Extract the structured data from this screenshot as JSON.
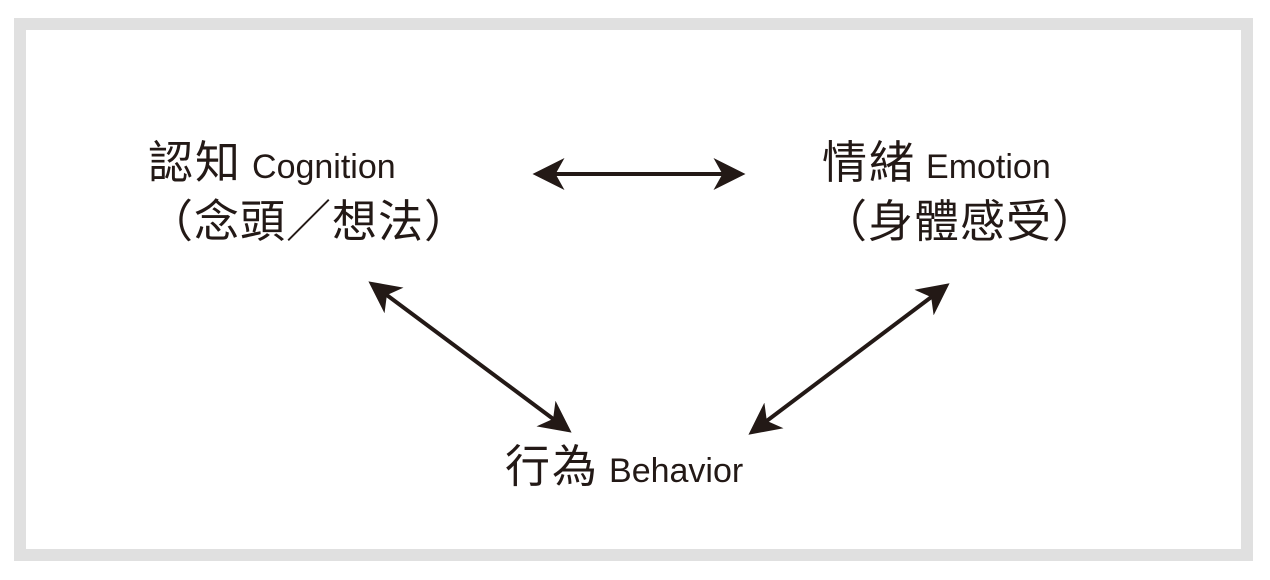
{
  "page": {
    "background_color": "#ffffff",
    "frame_color": "#e0e0e0",
    "text_color": "#231916",
    "arrow_color": "#231916"
  },
  "diagram": {
    "type": "cbt-triangle",
    "nodes": {
      "cognition": {
        "zh": "認知",
        "en": "Cognition",
        "subtitle": "（念頭／想法）"
      },
      "emotion": {
        "zh": "情緒",
        "en": "Emotion",
        "subtitle": "（身體感受）"
      },
      "behavior": {
        "zh": "行為",
        "en": "Behavior"
      }
    },
    "edges": [
      {
        "from": "cognition",
        "to": "emotion",
        "bidirectional": true
      },
      {
        "from": "cognition",
        "to": "behavior",
        "bidirectional": true
      },
      {
        "from": "emotion",
        "to": "behavior",
        "bidirectional": true
      }
    ]
  }
}
